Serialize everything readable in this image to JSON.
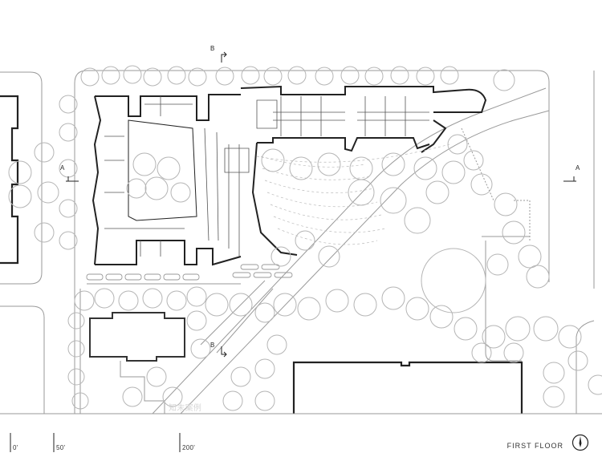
{
  "drawing": {
    "title": "FIRST FLOOR",
    "section_markers": {
      "b_top": "B",
      "b_bottom": "B",
      "a_left": "A",
      "a_right": "A"
    },
    "scale_bar": {
      "tick_0": "0'",
      "tick_50": "50'",
      "tick_200": "200'"
    },
    "watermark": "知末案例"
  },
  "colors": {
    "line": "#9a9a9a",
    "wall": "#222222",
    "tree": "#b5b5b5"
  },
  "icons": {
    "north_arrow": "north-arrow-icon",
    "section_arrow": "section-arrow-icon"
  }
}
